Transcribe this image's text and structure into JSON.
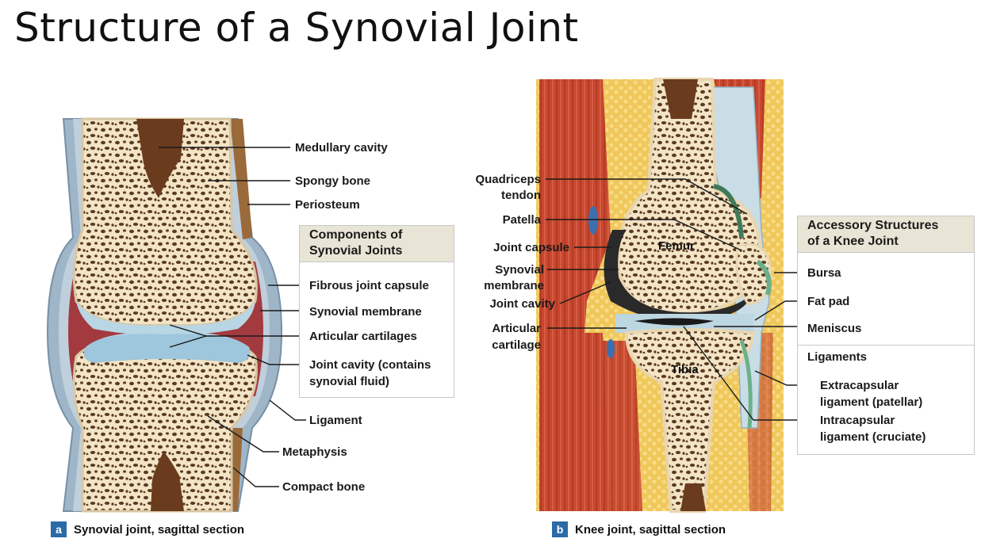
{
  "title": "Structure of a Synovial Joint",
  "panel_a": {
    "labels": {
      "medullary_cavity": "Medullary cavity",
      "spongy_bone": "Spongy bone",
      "periosteum": "Periosteum",
      "fibrous_joint_capsule": "Fibrous joint capsule",
      "synovial_membrane": "Synovial membrane",
      "articular_cartilages": "Articular cartilages",
      "joint_cavity_l1": "Joint cavity (contains",
      "joint_cavity_l2": "synovial fluid)",
      "ligament": "Ligament",
      "metaphysis": "Metaphysis",
      "compact_bone": "Compact bone"
    },
    "box_title_l1": "Components of",
    "box_title_l2": "Synovial Joints",
    "caption_badge": "a",
    "caption": "Synovial joint, sagittal section"
  },
  "panel_b": {
    "labels": {
      "quadriceps_l1": "Quadriceps",
      "quadriceps_l2": "tendon",
      "patella": "Patella",
      "joint_capsule": "Joint capsule",
      "synovial_l1": "Synovial",
      "synovial_l2": "membrane",
      "joint_cavity": "Joint cavity",
      "articular_l1": "Articular",
      "articular_l2": "cartilage",
      "femur": "Femur",
      "tibia": "Tibia",
      "bursa": "Bursa",
      "fat_pad": "Fat pad",
      "meniscus": "Meniscus",
      "ligaments": "Ligaments",
      "extracapsular_l1": "Extracapsular",
      "extracapsular_l2": "ligament (patellar)",
      "intracapsular_l1": "Intracapsular",
      "intracapsular_l2": "ligament (cruciate)"
    },
    "box_title_l1": "Accessory Structures",
    "box_title_l2": "of a Knee Joint",
    "caption_badge": "b",
    "caption": "Knee joint, sagittal section"
  },
  "colors": {
    "bone": "#f3e4c6",
    "bone_holes": "#5a3a22",
    "medullary": "#6b3b1e",
    "cartilage": "#b8d6e4",
    "synovial_cavity": "#a33a3f",
    "capsule": "#9fb6c9",
    "muscle": "#c8472e",
    "fat": "#f0c75a",
    "badge": "#2a6aa8"
  }
}
